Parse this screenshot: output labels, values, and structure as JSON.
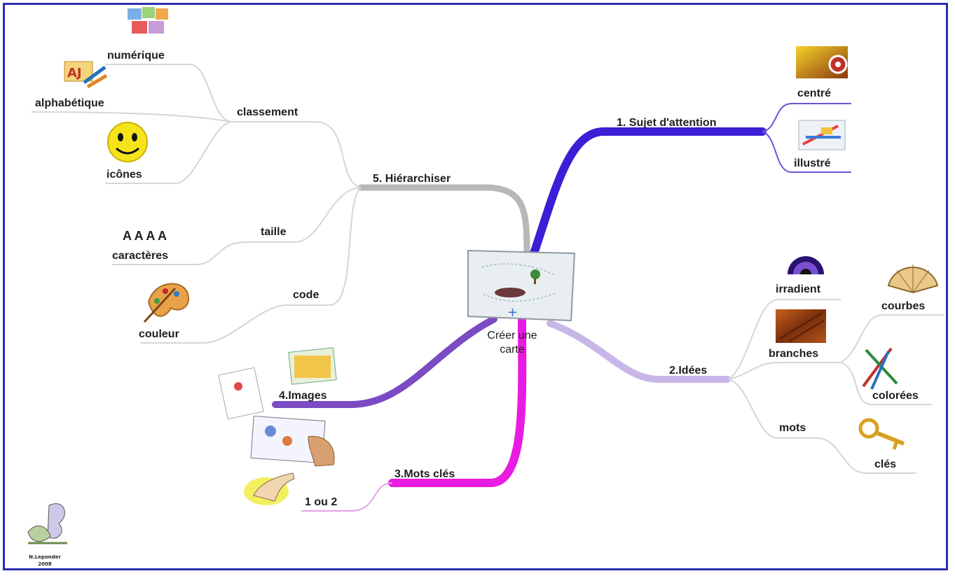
{
  "center": {
    "label_line1": "Créer une",
    "label_line2": "carte"
  },
  "branches": {
    "sujet": {
      "label": "1. Sujet d'attention",
      "color": "#3a1fd6",
      "children": [
        "centré",
        "illustré"
      ]
    },
    "idees": {
      "label": "2.Idées",
      "color": "#c9b6e8",
      "children": [
        "irradient",
        "branches",
        "mots"
      ],
      "branches_children": [
        "courbes",
        "colorées"
      ],
      "mots_children": [
        "clés"
      ]
    },
    "motscles": {
      "label": "3.Mots clés",
      "color": "#e81ce0",
      "children": [
        "1 ou 2"
      ]
    },
    "images": {
      "label": "4.Images",
      "color": "#7a4bc2"
    },
    "hierarchiser": {
      "label": "5. Hiérarchiser",
      "color": "#b8b8b8",
      "children": [
        "classement",
        "taille",
        "code"
      ],
      "classement_children": [
        "numérique",
        "alphabétique",
        "icônes"
      ],
      "taille_children": [
        "A A A A",
        "caractères"
      ],
      "code_children": [
        "couleur"
      ]
    }
  },
  "signature": {
    "line1": "N.Leponder",
    "line2": "2008"
  },
  "colors": {
    "frame": "#2b2fb3",
    "sub_lines": "#d6d6d6"
  }
}
